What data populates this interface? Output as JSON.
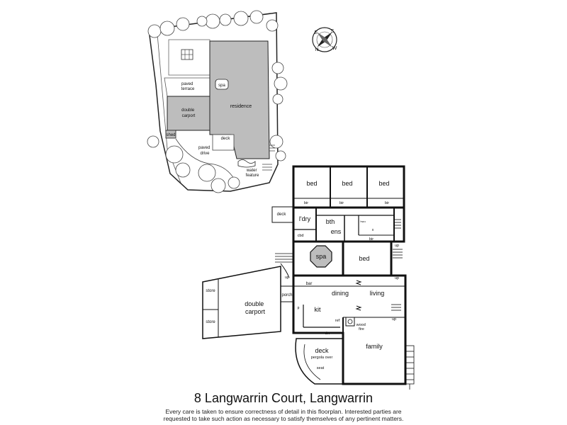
{
  "site_plan": {
    "labels": {
      "paved_terrace": "paved terrace",
      "spa": "spa",
      "residence": "residence",
      "double_carport": "double carport",
      "shed": "shed",
      "deck": "deck",
      "paved_drive": "paved drive",
      "water_feature": "water feature"
    }
  },
  "compass": {
    "n": "N",
    "s": "S",
    "e": "E",
    "w": "W"
  },
  "floor_plan": {
    "rooms": {
      "bed1": "bed",
      "bed2": "bed",
      "bed3": "bed",
      "bed4": "bed",
      "bir1": "bir",
      "bir2": "bir",
      "bir3": "bir",
      "bir4": "bir",
      "deck_top": "deck",
      "ldry": "l'dry",
      "bth": "bth",
      "ens": "ens",
      "cbd": "cbd",
      "spa": "spa",
      "bar": "bar",
      "dining": "dining",
      "living": "living",
      "porch": "porch",
      "kit": "kit",
      "p": "p",
      "ref": "ref",
      "dw": "dw",
      "wood_fire": "wood fire",
      "family": "family",
      "deck_main": "deck",
      "pergola_over": "pergola over",
      "seat": "seat",
      "store1": "store",
      "store2": "store",
      "double_carport": "double carport",
      "hwu": "hwu",
      "x": "x"
    },
    "up_labels": [
      "up",
      "up",
      "up",
      "up",
      "up"
    ]
  },
  "address": "8 Langwarrin Court, Langwarrin",
  "disclaimer_line1": "Every care is taken to ensure correctness of detail in this  floorplan. Interested parties are",
  "disclaimer_line2": "requested to take such action as necessary to satisfy themselves of any pertinent matters."
}
